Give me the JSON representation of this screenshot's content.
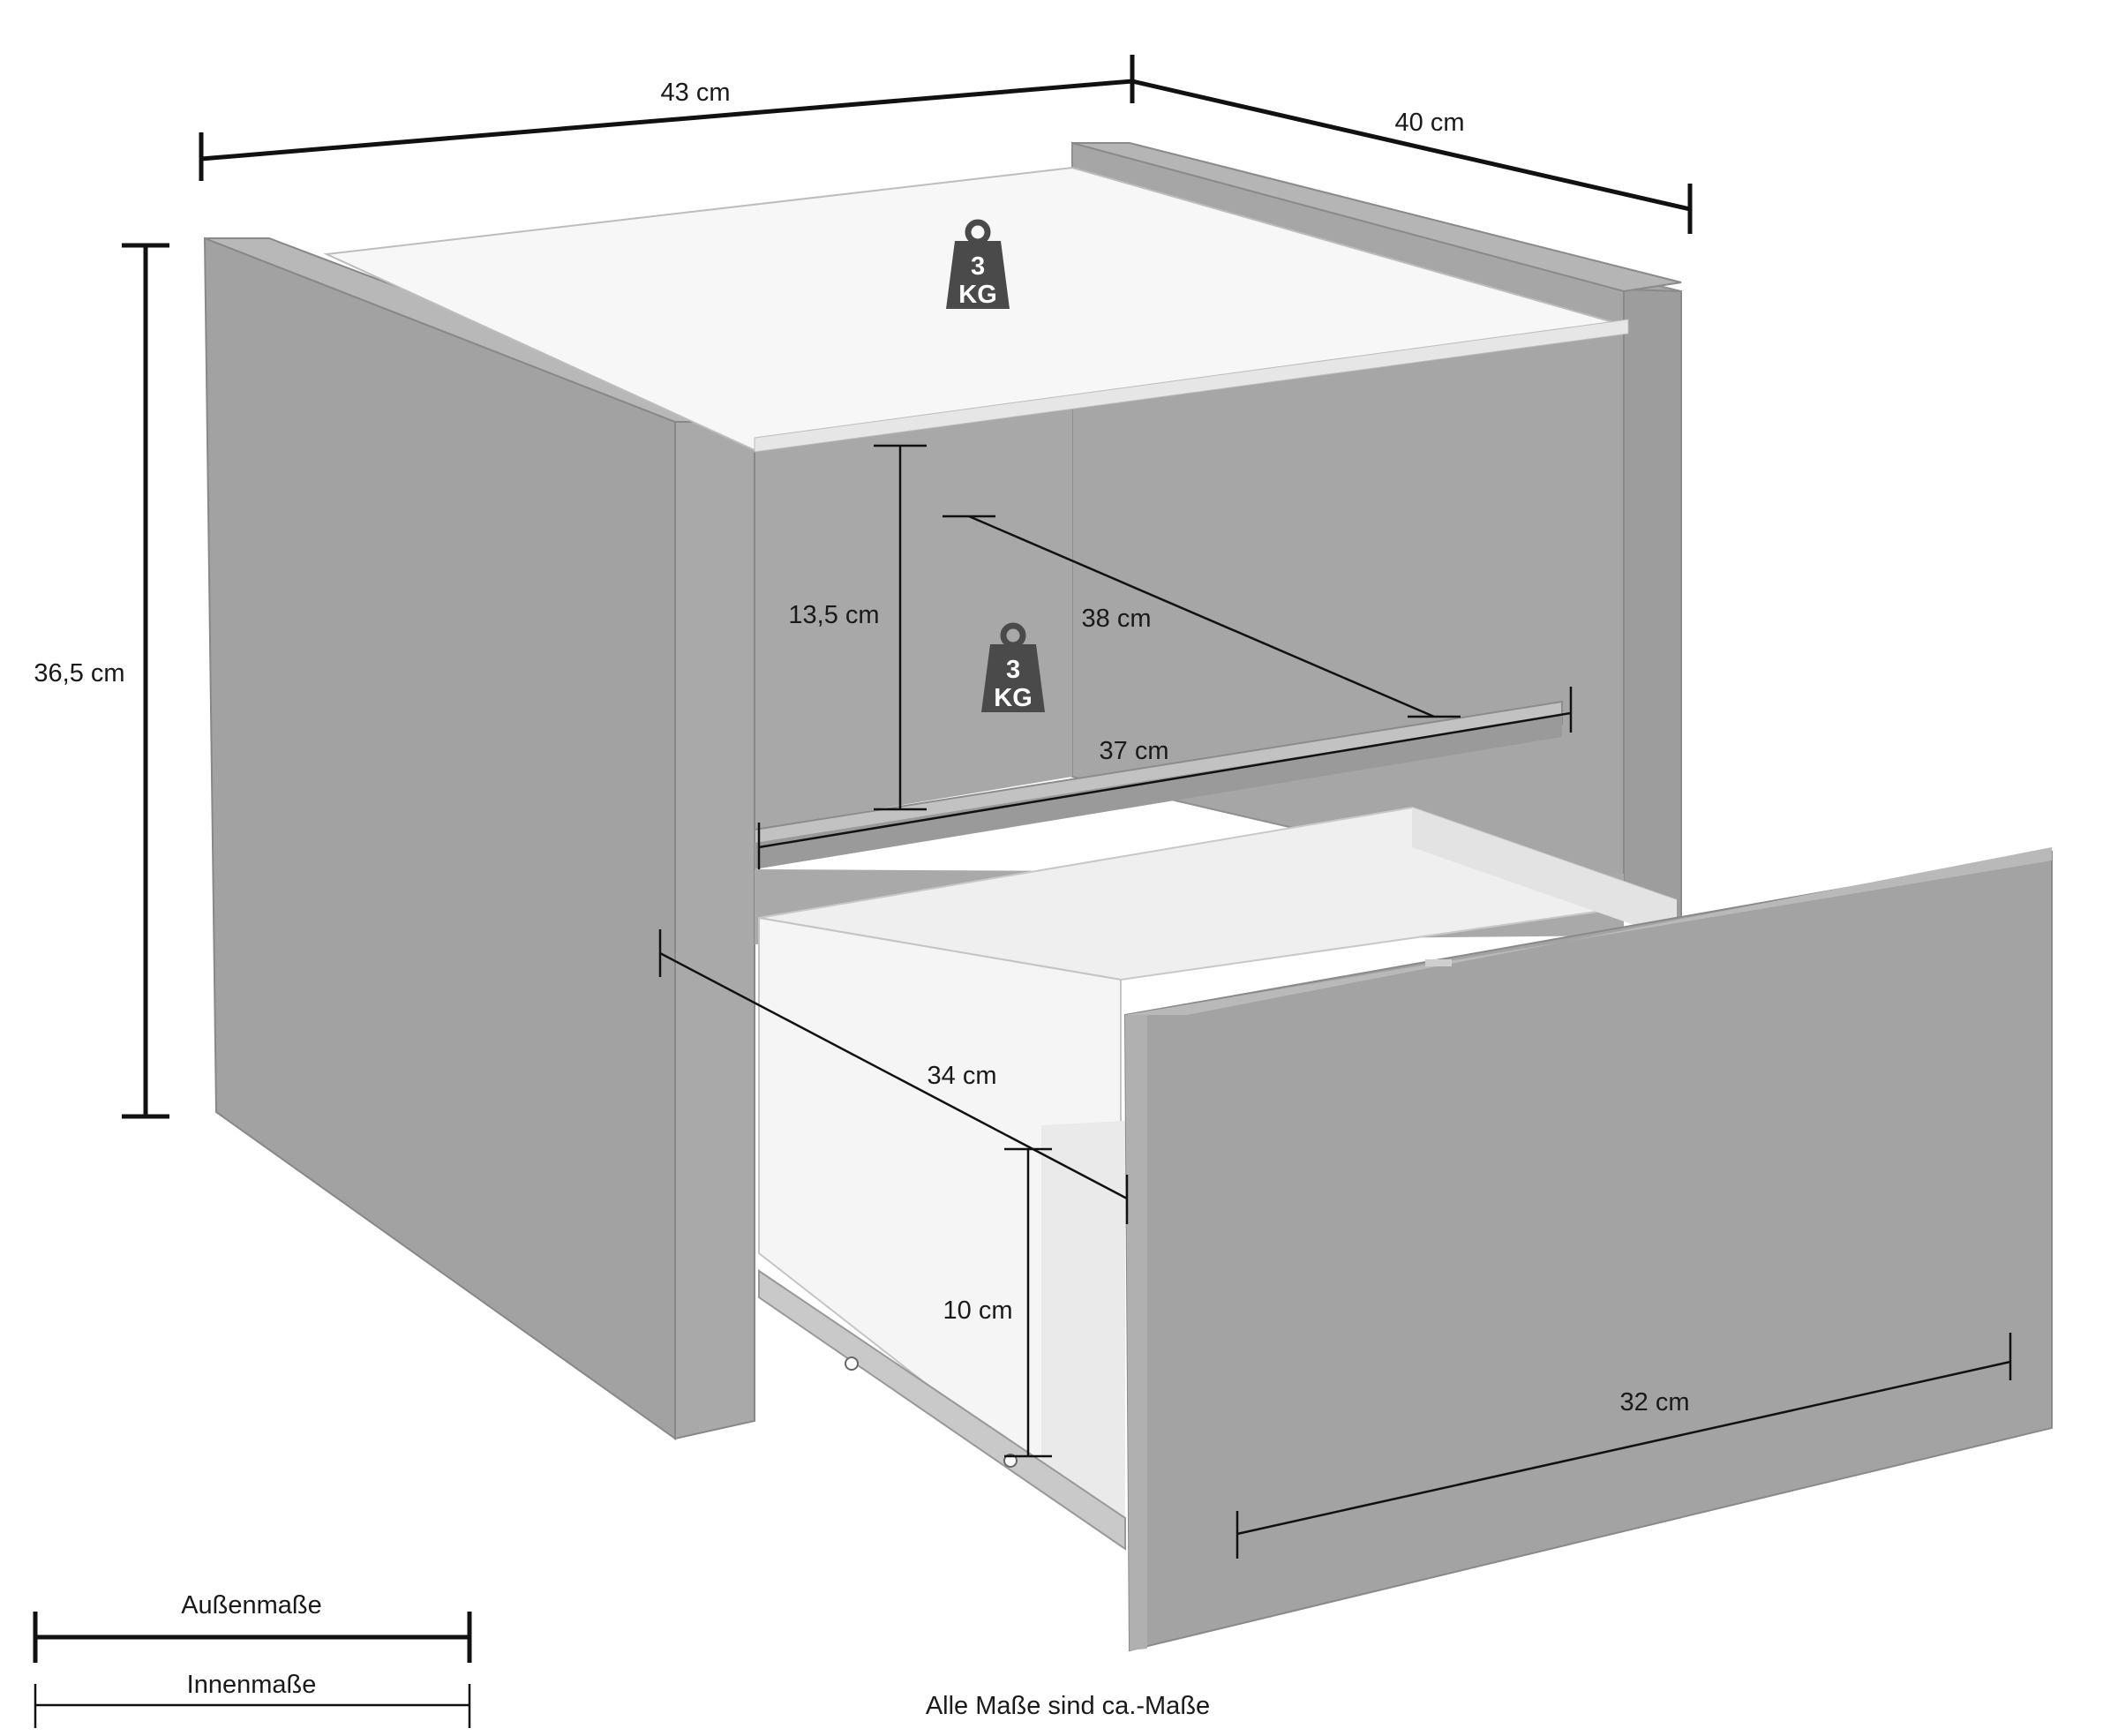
{
  "dimensions": {
    "outer_width": "43 cm",
    "outer_depth": "40 cm",
    "outer_height": "36,5 cm",
    "shelf_height": "13,5 cm",
    "shelf_depth": "38 cm",
    "shelf_width": "37 cm",
    "drawer_depth": "34 cm",
    "drawer_height": "10 cm",
    "drawer_width": "32 cm"
  },
  "load_badges": [
    {
      "number": "3",
      "unit": "KG"
    },
    {
      "number": "3",
      "unit": "KG"
    }
  ],
  "legend": {
    "outer_label": "Außenmaße",
    "inner_label": "Innenmaße"
  },
  "footnote": "Alle Maße sind ca.-Maße",
  "colors": {
    "cabinet_fill": "#a3a3a3",
    "cabinet_edge": "#8a8a8a",
    "glass_fill": "#f7f7f7",
    "drawer_interior": "#f3f3f3",
    "line": "#111111",
    "badge_fill": "#4a4a4a"
  }
}
